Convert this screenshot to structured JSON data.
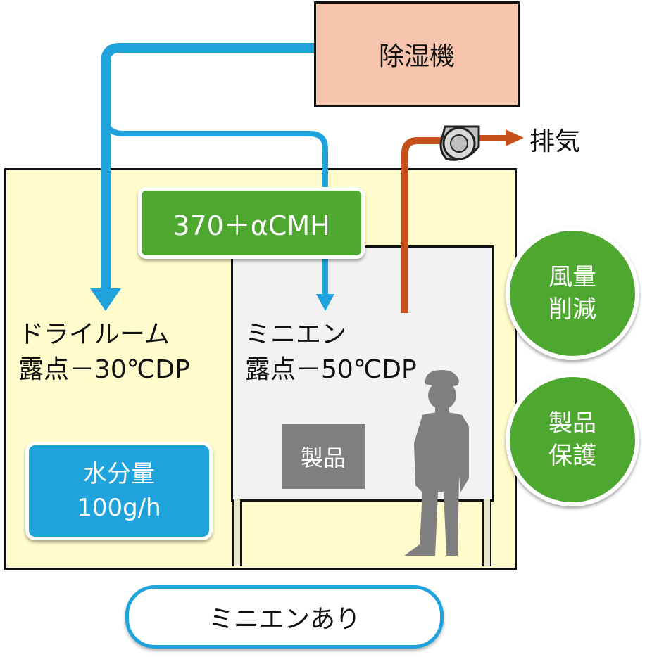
{
  "dehumidifier": {
    "label": "除湿機"
  },
  "exhaust": {
    "label": "排気"
  },
  "airflow": {
    "label": "370＋αCMH"
  },
  "dry_room": {
    "line1": "ドライルーム",
    "line2": "露点－30℃DP"
  },
  "mini_env": {
    "line1": "ミニエン",
    "line2": "露点－50℃DP"
  },
  "moisture": {
    "line1": "水分量",
    "line2": "100g/h"
  },
  "product": {
    "label": "製品"
  },
  "badges": [
    {
      "line1": "風量",
      "line2": "削減"
    },
    {
      "line1": "製品",
      "line2": "保護"
    }
  ],
  "caption": {
    "label": "ミニエンあり"
  },
  "colors": {
    "duct_blue": "#1ea3dc",
    "exhaust_orange": "#c5501a",
    "green": "#4ea72e",
    "room_yellow": "#fffbcc",
    "mini_gray": "#f2f2f2",
    "dehumidifier_pink": "#f7c5ad"
  }
}
